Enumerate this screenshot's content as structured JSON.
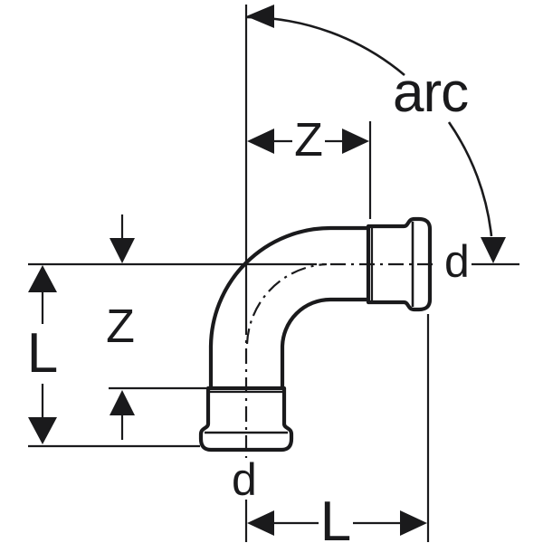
{
  "diagram": {
    "kind": "technical-dimension-drawing",
    "labels": {
      "arc": "arc",
      "z_top": "Z",
      "z_left": "Z",
      "l_left": "L",
      "l_bottom": "L",
      "d_right": "d",
      "d_bottom": "d"
    },
    "colors": {
      "line": "#1a1a1c",
      "background": "#ffffff"
    }
  }
}
